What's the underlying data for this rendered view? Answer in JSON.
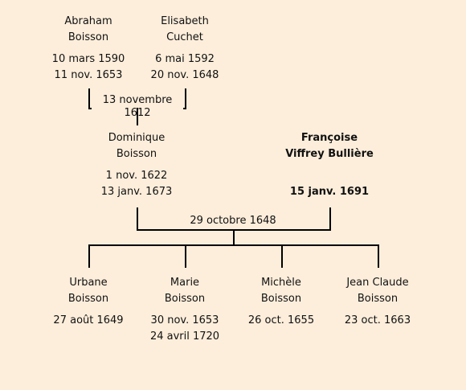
{
  "generation1": [
    {
      "first": "Abraham",
      "last": "Boisson",
      "birth": "10 mars 1590",
      "death": "11 nov. 1653",
      "bold": false
    },
    {
      "first": "Elisabeth",
      "last": "Cuchet",
      "birth": "6 mai 1592",
      "death": "20 nov. 1648",
      "bold": false
    }
  ],
  "union1": "13 novembre 1612",
  "generation2": [
    {
      "first": "Dominique",
      "last": "Boisson",
      "birth": "1 nov. 1622",
      "death": "13 janv. 1673",
      "bold": false
    },
    {
      "first": "Françoise",
      "last": "Viffrey Bullière",
      "birth": "",
      "death": "15 janv. 1691",
      "bold": true
    }
  ],
  "union2": "29 octobre 1648",
  "children": [
    {
      "first": "Urbane",
      "last": "Boisson",
      "birth": "27 août 1649",
      "death": ""
    },
    {
      "first": "Marie",
      "last": "Boisson",
      "birth": "30 nov. 1653",
      "death": "24 avril 1720"
    },
    {
      "first": "Michèle",
      "last": "Boisson",
      "birth": "26 oct. 1655",
      "death": ""
    },
    {
      "first": "Jean Claude",
      "last": "Boisson",
      "birth": "23 oct. 1663",
      "death": ""
    }
  ]
}
